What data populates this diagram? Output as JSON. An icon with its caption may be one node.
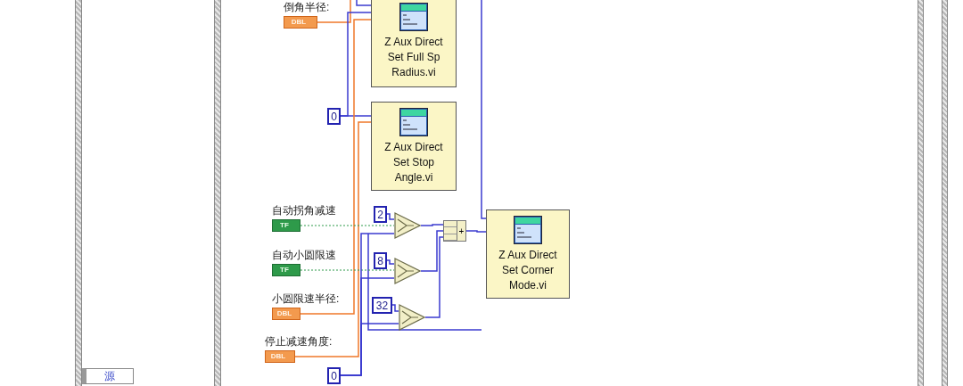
{
  "diagram": {
    "nodes": [
      {
        "text": [
          "DBL"
        ],
        "beside": [
          "倒角半径:"
        ]
      },
      {
        "text": [
          "Z Aux Direct Set Full Sp Radius.vi"
        ]
      },
      {
        "text": [
          "0"
        ]
      },
      {
        "text": [
          "Z Aux Direct Set Stop Angle.vi"
        ]
      },
      {
        "text": [
          "TF"
        ],
        "beside": [
          "自动拐角减速"
        ]
      },
      {
        "text": [
          "TF"
        ],
        "beside": [
          "自动小圆限速"
        ]
      },
      {
        "text": [
          "DBL"
        ],
        "beside": [
          "小圆限速半径:"
        ]
      },
      {
        "text": [
          "DBL"
        ],
        "beside": [
          "停止减速角度:"
        ]
      },
      {
        "text": [
          "2"
        ]
      },
      {
        "text": [
          "8"
        ]
      },
      {
        "text": [
          "32"
        ]
      },
      {
        "text": [],
        "shape": "triangle"
      },
      {
        "text": [],
        "shape": "triangle"
      },
      {
        "text": [],
        "shape": "triangle"
      },
      {
        "text": [
          "+"
        ]
      },
      {
        "text": [
          "Z Aux Direct Set Corner Mode.vi"
        ]
      },
      {
        "text": [
          "0"
        ]
      }
    ],
    "edges": [
      {
        "from": 0,
        "to": null,
        "arrow": "none",
        "color": "#f0782a"
      },
      {
        "from": null,
        "to": 1,
        "arrow": "none"
      },
      {
        "from": 2,
        "to": 1,
        "arrow": "none"
      },
      {
        "from": 2,
        "to": 3,
        "arrow": "none"
      },
      {
        "from": 6,
        "to": 1,
        "arrow": "none",
        "color": "#f0782a"
      },
      {
        "from": 7,
        "to": 3,
        "arrow": "none",
        "color": "#f0782a"
      },
      {
        "from": 4,
        "to": 11,
        "arrow": "none",
        "style": "dashed",
        "color": "#2e9a4a"
      },
      {
        "from": 5,
        "to": 12,
        "arrow": "none",
        "style": "dashed",
        "color": "#2e9a4a"
      },
      {
        "from": 8,
        "to": 11,
        "arrow": "none"
      },
      {
        "from": 9,
        "to": 12,
        "arrow": "none"
      },
      {
        "from": 10,
        "to": 13,
        "arrow": "none"
      },
      {
        "from": 11,
        "to": 14,
        "arrow": "none"
      },
      {
        "from": 12,
        "to": 14,
        "arrow": "none"
      },
      {
        "from": 13,
        "to": 14,
        "arrow": "none"
      },
      {
        "from": 14,
        "to": 15,
        "arrow": "none"
      },
      {
        "from": 16,
        "to": 11,
        "arrow": "none"
      },
      {
        "from": 16,
        "to": 12,
        "arrow": "none"
      },
      {
        "from": 16,
        "to": 13,
        "arrow": "none"
      },
      {
        "from": null,
        "to": 15,
        "arrow": "none"
      }
    ],
    "labels": [
      "源"
    ]
  }
}
